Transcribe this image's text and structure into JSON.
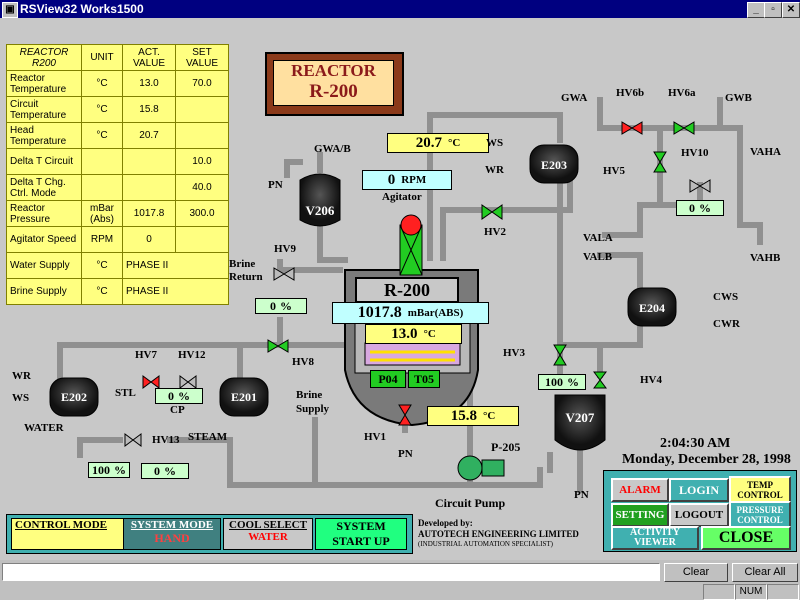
{
  "window": {
    "title": "RSView32 Works1500",
    "buttons": [
      "_",
      "▫",
      "✕"
    ]
  },
  "table": {
    "headers": [
      "REACTOR R200",
      "UNIT",
      "ACT. VALUE",
      "SET VALUE"
    ],
    "rows": [
      {
        "name": "Reactor Temperature",
        "unit": "°C",
        "act": "13.0",
        "set": "70.0"
      },
      {
        "name": "Circuit Temperature",
        "unit": "°C",
        "act": "15.8",
        "set": ""
      },
      {
        "name": "Head Temperature",
        "unit": "°C",
        "act": "20.7",
        "set": ""
      },
      {
        "name": "Delta T Circuit",
        "unit": "",
        "act": "",
        "set": "10.0"
      },
      {
        "name": "Delta T Chg. Ctrl. Mode",
        "unit": "",
        "act": "",
        "set": "40.0"
      },
      {
        "name": "Reactor Pressure",
        "unit": "mBar (Abs)",
        "act": "1017.8",
        "set": "300.0"
      },
      {
        "name": "Agitator Speed",
        "unit": "RPM",
        "act": "0",
        "set": ""
      },
      {
        "name": "Water Supply",
        "unit": "°C",
        "act": "PHASE II",
        "set": ""
      },
      {
        "name": "Brine Supply",
        "unit": "°C",
        "act": "PHASE II",
        "set": ""
      }
    ]
  },
  "title_box": {
    "line1": "REACTOR",
    "line2": "R-200"
  },
  "reactor": {
    "name": "R-200",
    "pressure": "1017.8",
    "pressure_unit": "mBar(ABS)",
    "temp": "13.0",
    "temp_unit": "°C",
    "head_temp": "20.7",
    "head_temp_unit": "°C",
    "agitator_rpm": "0",
    "rpm_unit": "RPM",
    "agitator_label": "Agitator",
    "p04": "P04",
    "t05": "T05",
    "circuit_temp": "15.8",
    "circuit_temp_unit": "°C"
  },
  "vessels": {
    "v206": "V206",
    "v207": "V207",
    "e203": "E203",
    "e204": "E204",
    "e202": "E202",
    "e201": "E201"
  },
  "valve_readouts": {
    "hv10": "0",
    "hv9": "0",
    "hv12": "0",
    "hv13": "0",
    "v207_level": "100",
    "water_pct": "100",
    "unit": "%"
  },
  "labels": {
    "gwa_b": "GWA/B",
    "pn_top": "PN",
    "ws_top": "WS",
    "wr_top": "WR",
    "hv2": "HV2",
    "gwa": "GWA",
    "hv6b": "HV6b",
    "hv6a": "HV6a",
    "gwb": "GWB",
    "hv5": "HV5",
    "hv10": "HV10",
    "vaha": "VAHA",
    "vala": "VALA",
    "valb": "VALB",
    "vahb": "VAHB",
    "cws": "CWS",
    "cwr": "CWR",
    "hv3": "HV3",
    "hv4": "HV4",
    "pn_v207": "PN",
    "brine_return_1": "Brine",
    "brine_return_2": "Return",
    "hv9": "HV9",
    "hv8": "HV8",
    "brine_supply_1": "Brine",
    "brine_supply_2": "Supply",
    "hv1": "HV1",
    "pn_hv1": "PN",
    "p205": "P-205",
    "circuit_pump": "Circuit Pump",
    "hv7": "HV7",
    "hv12": "HV12",
    "stl": "STL",
    "cp": "CP",
    "wr_left": "WR",
    "ws_left": "WS",
    "water": "WATER",
    "steam": "STEAM",
    "hv13": "HV13"
  },
  "datetime": {
    "time": "2:04:30 AM",
    "date": "Monday, December 28, 1998"
  },
  "controls": {
    "alarm": "ALARM",
    "login": "LOGIN",
    "temp_control": "TEMP CONTROL",
    "setting": "SETTING",
    "logout": "LOGOUT",
    "pressure_control": "PRESSURE CONTROL",
    "activity_viewer": "ACTIVITY VIEWER",
    "close": "CLOSE"
  },
  "modes": {
    "control_mode": "CONTROL MODE",
    "system_mode": "SYSTEM MODE",
    "system_mode_value": "HAND",
    "cool_select": "COOL SELECT",
    "cool_select_value": "WATER",
    "system_start_up": "SYSTEM START UP"
  },
  "developer": {
    "line1": "Developed by:",
    "line2": "AUTOTECH ENGINEERING LIMITED",
    "line3": "(INDUSTRIAL AUTOMATION SPECIALIST)"
  },
  "status": {
    "clear": "Clear",
    "clear_all": "Clear All",
    "num": "NUM"
  }
}
